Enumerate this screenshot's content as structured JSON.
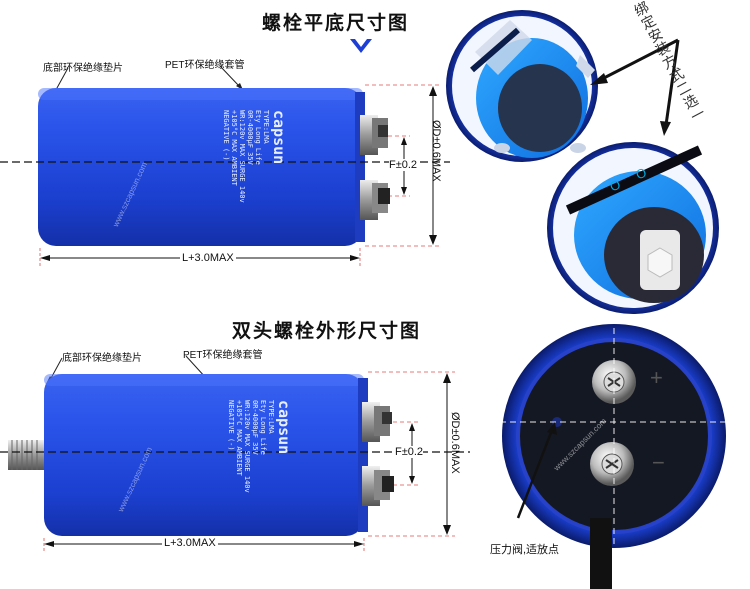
{
  "top_section": {
    "title": "螺栓平底尺寸图",
    "title_marker": "V",
    "pad_label": "底部环保绝缘垫片",
    "sleeve_label": "PET环保绝缘套管",
    "length_label": "L+3.0MAX",
    "diameter_label": "ØD±0.6MAX",
    "pitch_label": "F±0.2"
  },
  "bottom_section": {
    "title": "双头螺栓外形尺寸图",
    "pad_label": "底部环保绝缘垫片",
    "sleeve_label": "PET环保绝缘套管",
    "length_label": "L+3.0MAX",
    "diameter_label": "ØD±0.6MAX",
    "pitch_label": "F±0.2"
  },
  "capacitor_print": {
    "brand": "capsun",
    "lines": [
      "TYPE:LMA",
      "Ety Long Life",
      "0R-4000μF 35V",
      "WR:120v MAX SURGE 140v",
      "+105°C MAX AMBIENT",
      "NEGATIVE (-)"
    ]
  },
  "watermark": "www.szcapsun.com",
  "right_panel": {
    "mounting_note": "绑定安装方式二选一",
    "sleeve_marks": [
      "O",
      "O"
    ],
    "pressure_valve_label": "压力阀,适放点",
    "plus_sign": "+",
    "minus_sign": "−"
  },
  "colors": {
    "capacitor_blue": "#1f47d6",
    "arrow_blue": "#1e3fd6",
    "dashed_line": "#e05050"
  }
}
